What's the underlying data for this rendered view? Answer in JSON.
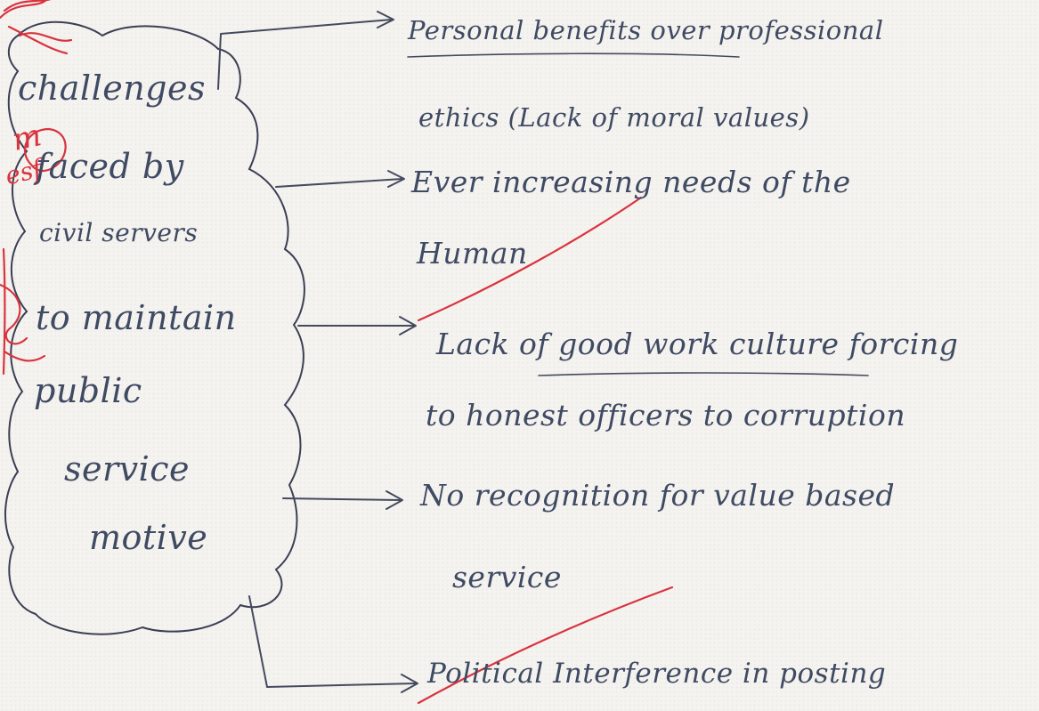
{
  "cloud": {
    "lines": [
      "challenges",
      "faced by",
      "civil servers",
      "to maintain",
      "public",
      "service",
      "motive"
    ]
  },
  "branches": [
    {
      "line1": "Personal benefits over professional",
      "line2": "ethics (Lack of moral values)"
    },
    {
      "line1": "Ever increasing needs of the",
      "line2": "Human"
    },
    {
      "line1": "Lack of good work culture forcing",
      "line2": "to honest officers to corruption"
    },
    {
      "line1": "No recognition for value based",
      "line2": "service"
    },
    {
      "line1": "Political Interference in posting",
      "line2": ""
    }
  ],
  "colors": {
    "ink": "#3f4a63",
    "red_pen": "#d8343f",
    "paper": "#f5f3ef"
  }
}
